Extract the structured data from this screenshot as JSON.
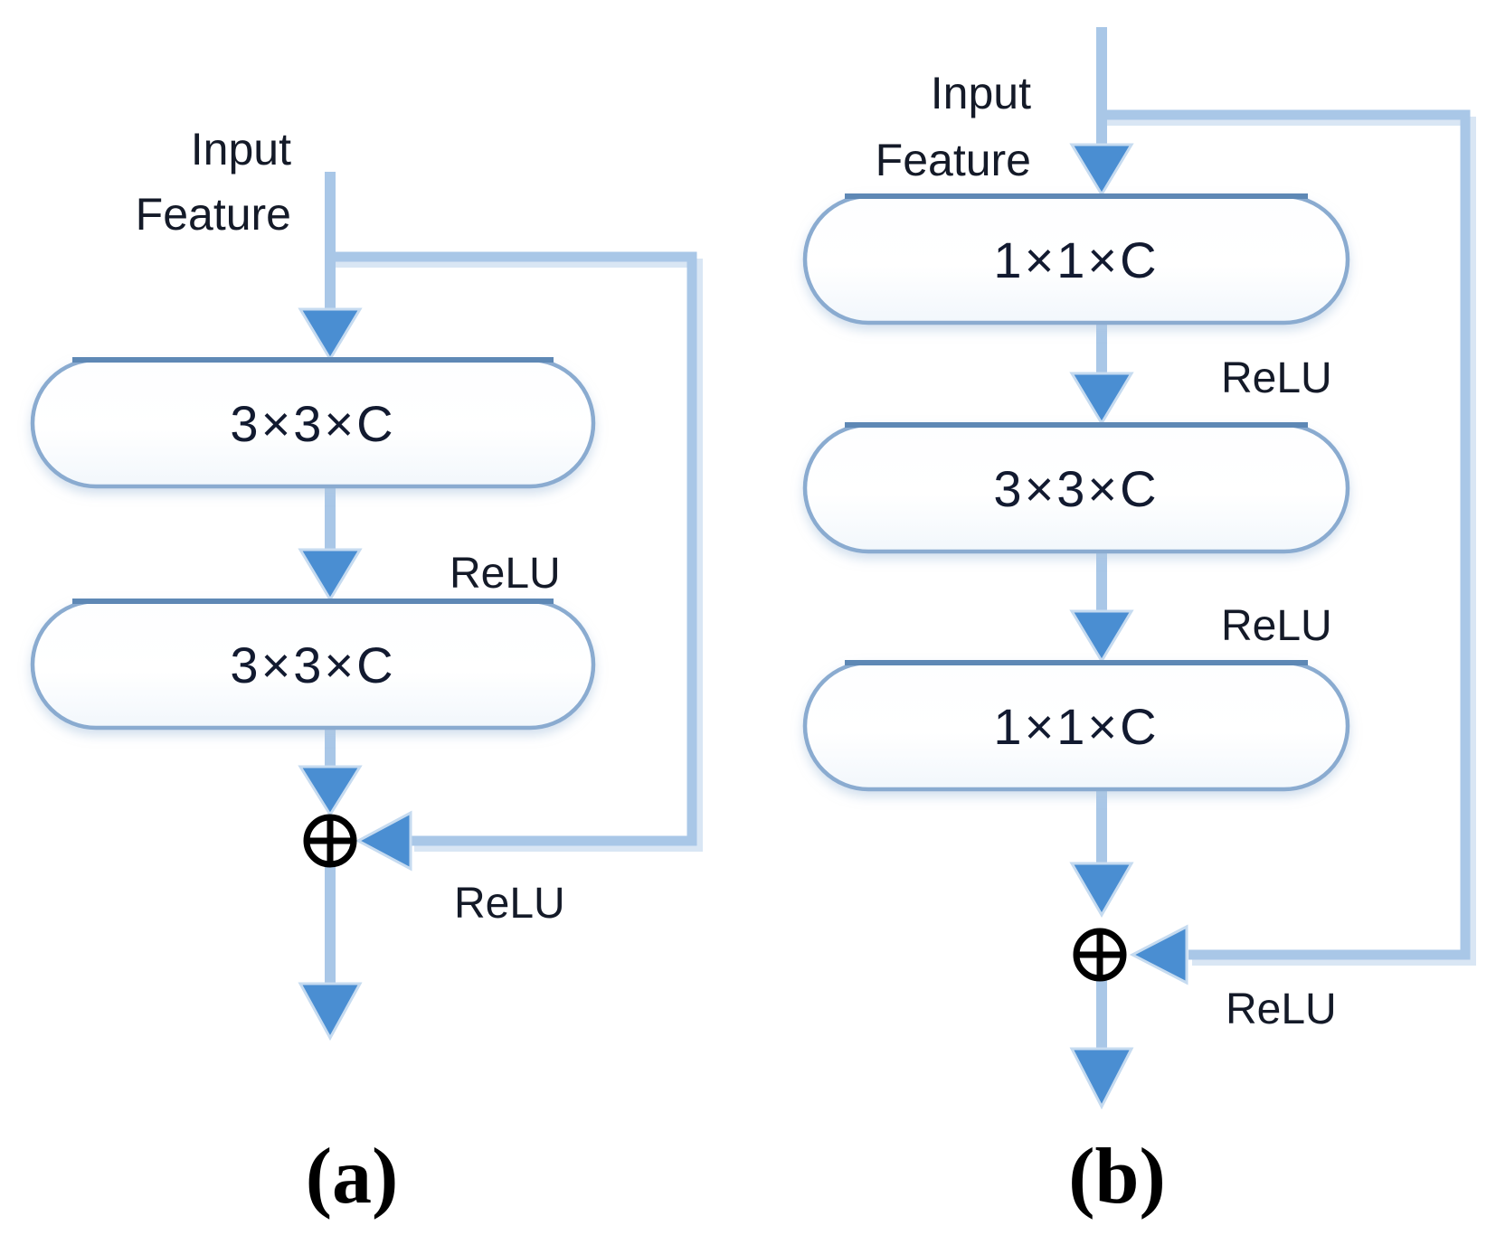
{
  "figure": {
    "type": "residual-block-architecture-diagram",
    "background": "#ffffff",
    "colors": {
      "flow_line": "#a9c7e7",
      "skip_line_highlight": "#d9e6f4",
      "arrowhead": "#4a8ed2",
      "box_border": "#8aabd0",
      "box_border_top": "#5e88b5",
      "box_fill": "#ffffff",
      "box_fill_tint": "#f2f7fc",
      "box_text": "#121a30",
      "label_text": "#141a28",
      "caption_text": "#000000",
      "sum_symbol": "#000000"
    },
    "panels": [
      {
        "id": "a",
        "caption": "(a)",
        "input_label_line1": "Input",
        "input_label_line2": "Feature",
        "boxes": [
          {
            "label": "3×3×C"
          },
          {
            "label": "3×3×C"
          }
        ],
        "relu_labels": [
          "ReLU",
          "ReLU"
        ],
        "sum_symbol": "⊕",
        "structure": "input → 3×3×C → ReLU → 3×3×C → ⊕ (skip from input) → ReLU → output"
      },
      {
        "id": "b",
        "caption": "(b)",
        "input_label_line1": "Input",
        "input_label_line2": "Feature",
        "boxes": [
          {
            "label": "1×1×C"
          },
          {
            "label": "3×3×C"
          },
          {
            "label": "1×1×C"
          }
        ],
        "relu_labels": [
          "ReLU",
          "ReLU",
          "ReLU"
        ],
        "sum_symbol": "⊕",
        "structure": "input → 1×1×C → ReLU → 3×3×C → ReLU → 1×1×C → ⊕ (skip from input) → ReLU → output"
      }
    ]
  }
}
